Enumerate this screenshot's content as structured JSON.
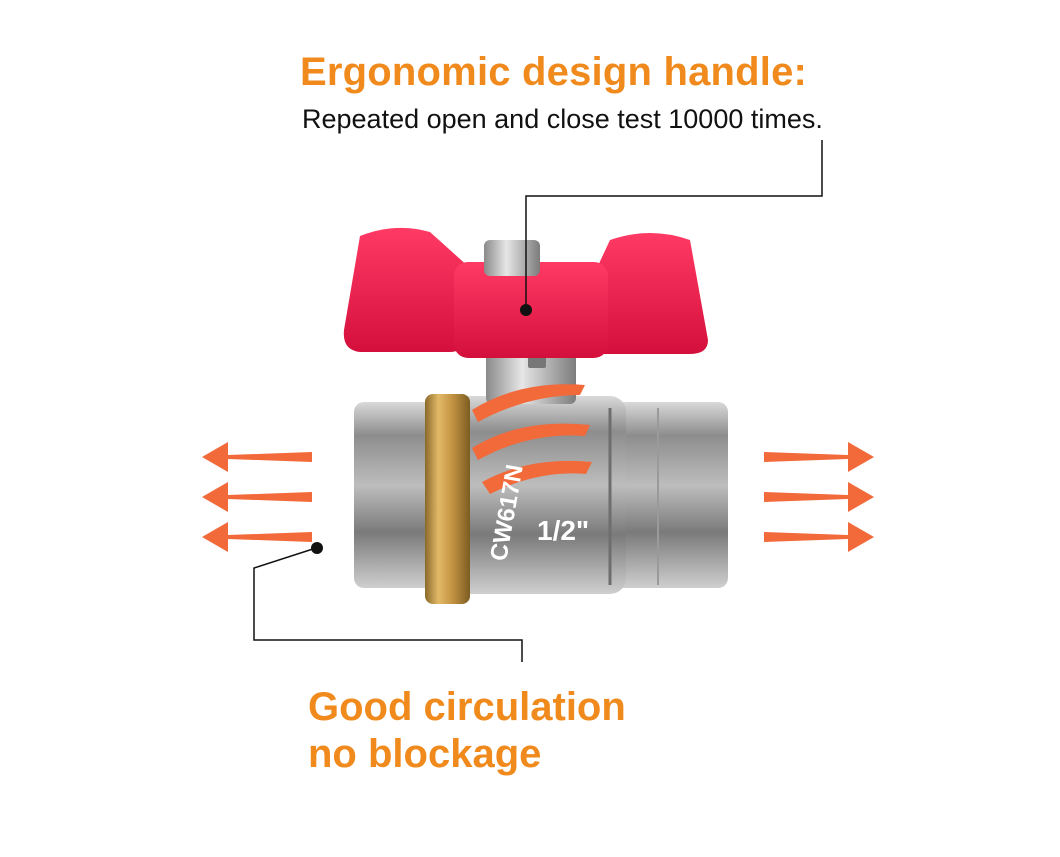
{
  "callouts": {
    "handle": {
      "heading": "Ergonomic design handle:",
      "detail": "Repeated open and close test 10000 times."
    },
    "flow": {
      "line1": "Good circulation",
      "line2": "no blockage"
    }
  },
  "valve": {
    "body_markings": [
      "CW617N",
      "1/2\""
    ],
    "handle_type": "butterfly-handle"
  },
  "colors": {
    "accent": "#f08a1c",
    "arrow": "#f2693a",
    "handle": "#e8194a",
    "text": "#111111"
  }
}
